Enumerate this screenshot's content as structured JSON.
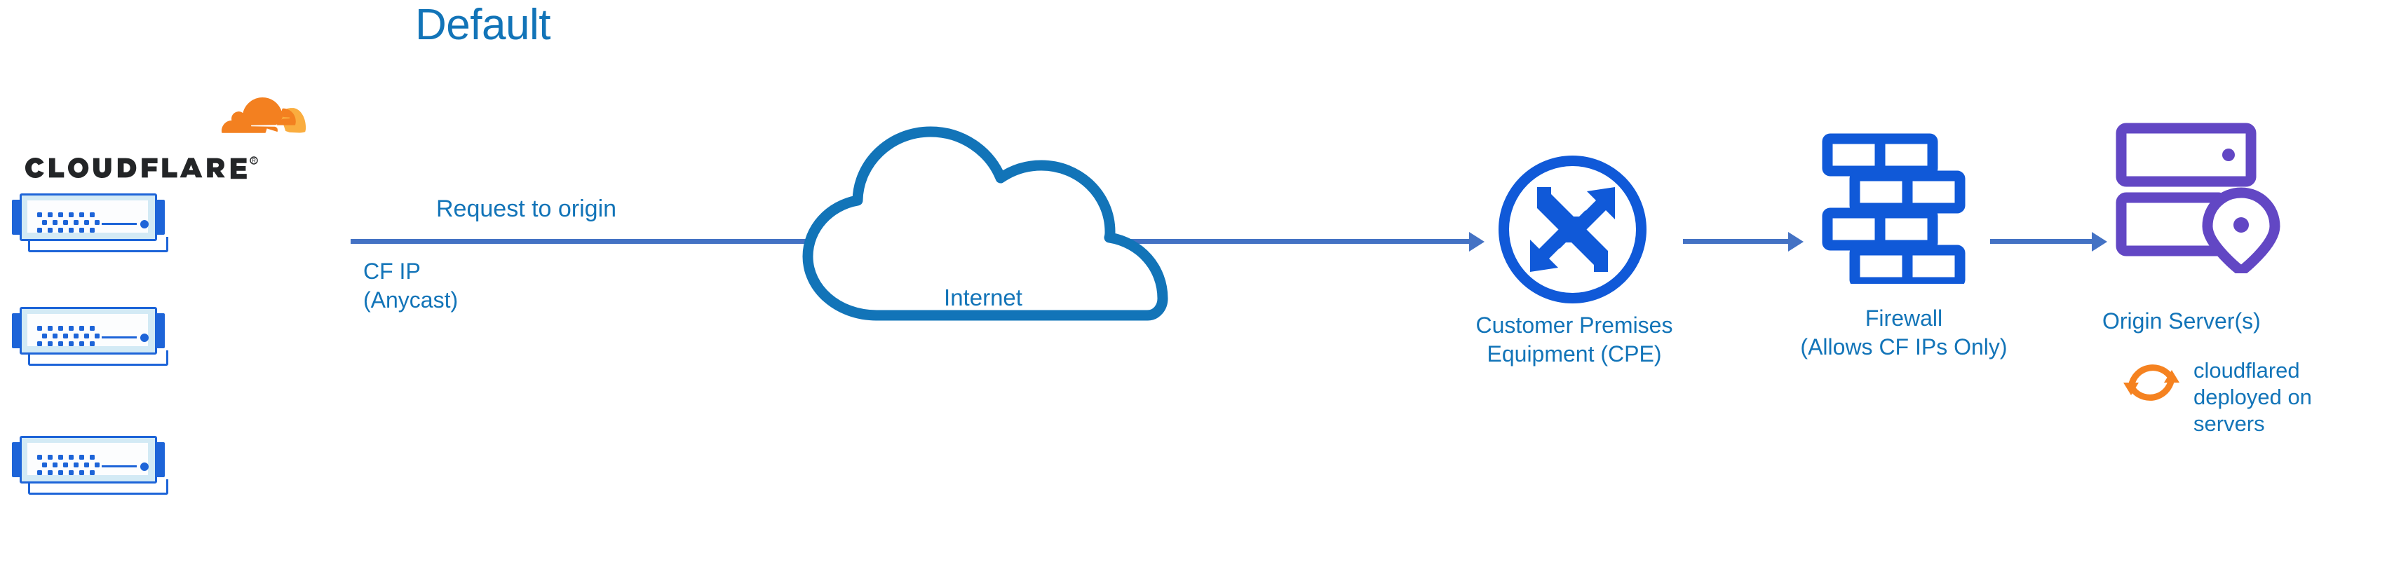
{
  "title": "Default",
  "colors": {
    "title_blue": "#1274B8",
    "label_blue": "#1274B8",
    "icon_blue": "#1059D8",
    "arrow_blue": "#4472C4",
    "server_purple": "#6247C4",
    "cloudflare_orange": "#F38020",
    "cloudflare_orange_light": "#FAAD3F",
    "wordmark_dark": "#232527",
    "chassis_fill": "#D3EAF5"
  },
  "brand": {
    "logo_name": "cloudflare-logo",
    "wordmark": "CLOUDFLARE",
    "trademark": "®"
  },
  "flow": {
    "request_label": "Request to origin",
    "cf_ip_label": "CF IP\n(Anycast)",
    "arrows": [
      {
        "name": "arrow-edge-to-cpe"
      },
      {
        "name": "arrow-cpe-to-firewall"
      },
      {
        "name": "arrow-firewall-to-origin"
      }
    ]
  },
  "nodes": [
    {
      "id": "cloudflare-edge",
      "icon": "server-stack-icon",
      "label": "",
      "count": 3
    },
    {
      "id": "internet",
      "icon": "cloud-icon",
      "label": "Internet"
    },
    {
      "id": "cpe",
      "icon": "router-icon",
      "label": "Customer Premises\nEquipment (CPE)"
    },
    {
      "id": "firewall",
      "icon": "brick-wall-icon",
      "label": "Firewall\n(Allows CF IPs Only)"
    },
    {
      "id": "origin",
      "icon": "server-rack-location-icon",
      "label": "Origin Server(s)"
    }
  ],
  "annotations": {
    "cloudflared": {
      "icon": "sync-arrows-icon",
      "text": "cloudflared\ndeployed on\nservers"
    }
  }
}
